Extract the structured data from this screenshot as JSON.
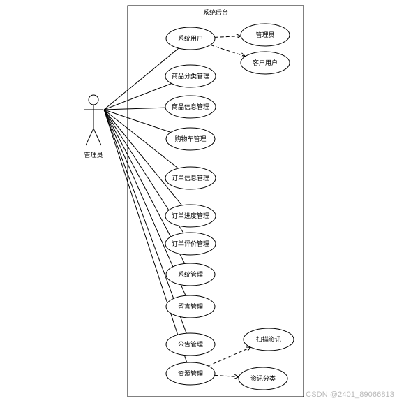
{
  "system": {
    "title": "系统后台"
  },
  "actor": {
    "name": "管理员"
  },
  "use_cases": [
    {
      "id": "uc-system-user",
      "label": "系统用户"
    },
    {
      "id": "uc-category",
      "label": "商品分类管理"
    },
    {
      "id": "uc-product-info",
      "label": "商品信息管理"
    },
    {
      "id": "uc-cart",
      "label": "购物车管理"
    },
    {
      "id": "uc-order-info",
      "label": "订单信息管理"
    },
    {
      "id": "uc-order-progress",
      "label": "订单进度管理"
    },
    {
      "id": "uc-order-review",
      "label": "订单评价管理"
    },
    {
      "id": "uc-system-manage",
      "label": "系统管理"
    },
    {
      "id": "uc-message",
      "label": "留言管理"
    },
    {
      "id": "uc-announcement",
      "label": "公告管理"
    },
    {
      "id": "uc-resource",
      "label": "资源管理"
    }
  ],
  "sub_use_cases": [
    {
      "id": "uc-admin",
      "label": "管理员",
      "parent": "uc-system-user"
    },
    {
      "id": "uc-customer",
      "label": "客户用户",
      "parent": "uc-system-user"
    },
    {
      "id": "uc-scan-news",
      "label": "扫描资讯",
      "parent": "uc-resource"
    },
    {
      "id": "uc-news-category",
      "label": "资讯分类",
      "parent": "uc-resource"
    }
  ],
  "watermark": "CSDN @2401_89066813"
}
